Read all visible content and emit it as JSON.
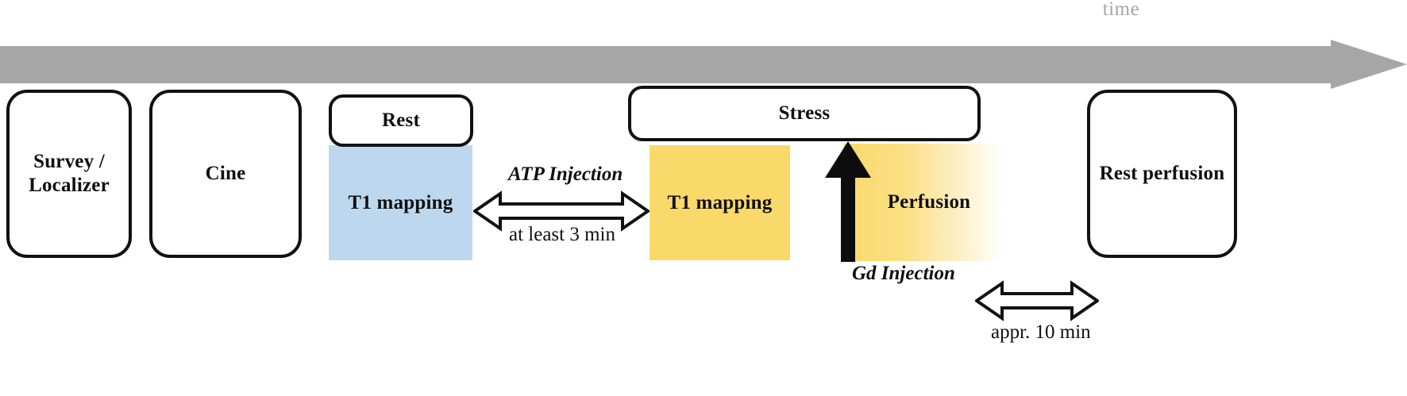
{
  "figure": {
    "type": "timeline-protocol-diagram",
    "axis": {
      "label": "time",
      "color": "#a6a6a6",
      "direction": "left-to-right"
    },
    "colors": {
      "rest_block": "#bdd7ee",
      "stress_block": "#fad96b",
      "perfusion_gradient_start": "#fad96b",
      "perfusion_gradient_end": "#ffffff",
      "time_arrow": "#a6a6a6",
      "outline": "#111111"
    }
  },
  "boxes": {
    "survey": "Survey /\nLocalizer",
    "survey_line1": "Survey /",
    "survey_line2": "Localizer",
    "cine": "Cine",
    "rest": "Rest",
    "stress": "Stress",
    "rest_perfusion": "Rest perfusion"
  },
  "blocks": {
    "t1_rest": "T1 mapping",
    "t1_stress": "T1 mapping",
    "perfusion": "Perfusion"
  },
  "annotations": {
    "atp_injection": "ATP Injection",
    "atp_duration": "at least 3 min",
    "gd_injection": "Gd Injection",
    "rest_perfusion_delay": "appr. 10 min"
  }
}
